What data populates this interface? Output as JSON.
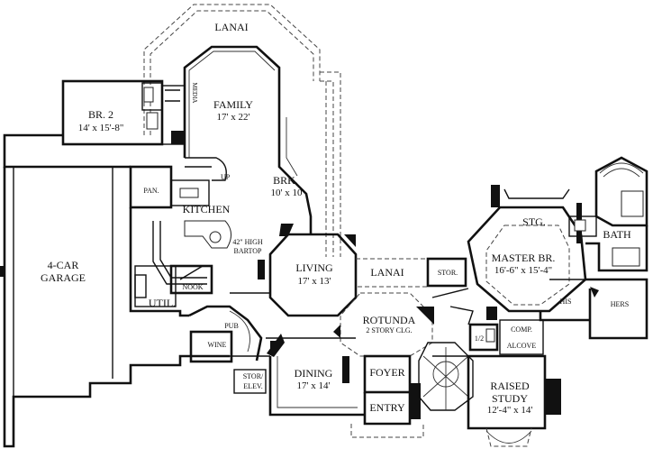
{
  "plan": {
    "rooms": {
      "lanai_top": {
        "name": "LANAI"
      },
      "br2": {
        "name": "BR. 2",
        "size": "14' x 15'-8\""
      },
      "media": {
        "name": "MEDIA"
      },
      "family": {
        "name": "FAMILY",
        "size": "17' x 22'"
      },
      "brk": {
        "name": "BRK.",
        "size": "10' x 10'"
      },
      "up": {
        "name": "UP"
      },
      "pan": {
        "name": "PAN."
      },
      "kitchen": {
        "name": "KITCHEN"
      },
      "bartop": {
        "line1": "42\" HIGH",
        "line2": "BARTOP"
      },
      "garage": {
        "line1": "4-CAR",
        "line2": "GARAGE"
      },
      "nook": {
        "name": "NOOK"
      },
      "util": {
        "name": "UTIL."
      },
      "pub": {
        "name": "PUB"
      },
      "wine": {
        "name": "WINE"
      },
      "stor_elev": {
        "line1": "STOR/",
        "line2": "ELEV."
      },
      "living": {
        "name": "LIVING",
        "size": "17' x 13'"
      },
      "lanai_mid": {
        "name": "LANAI"
      },
      "stor": {
        "name": "STOR."
      },
      "rotunda": {
        "name": "ROTUNDA",
        "note": "2 STORY CLG."
      },
      "dining": {
        "name": "DINING",
        "size": "17' x 14'"
      },
      "foyer": {
        "name": "FOYER"
      },
      "entry": {
        "name": "ENTRY"
      },
      "stg": {
        "name": "STG."
      },
      "master": {
        "name": "MASTER BR.",
        "size": "16'-6\" x 15'-4\""
      },
      "bath": {
        "name": "BATH"
      },
      "his": {
        "name": "HIS"
      },
      "hers": {
        "name": "HERS"
      },
      "half_bath": {
        "name": "1/2"
      },
      "comp_alcove": {
        "line1": "COMP.",
        "line2": "ALCOVE"
      },
      "study": {
        "line1": "RAISED",
        "line2": "STUDY",
        "size": "12'-4\" x 14'"
      }
    }
  }
}
